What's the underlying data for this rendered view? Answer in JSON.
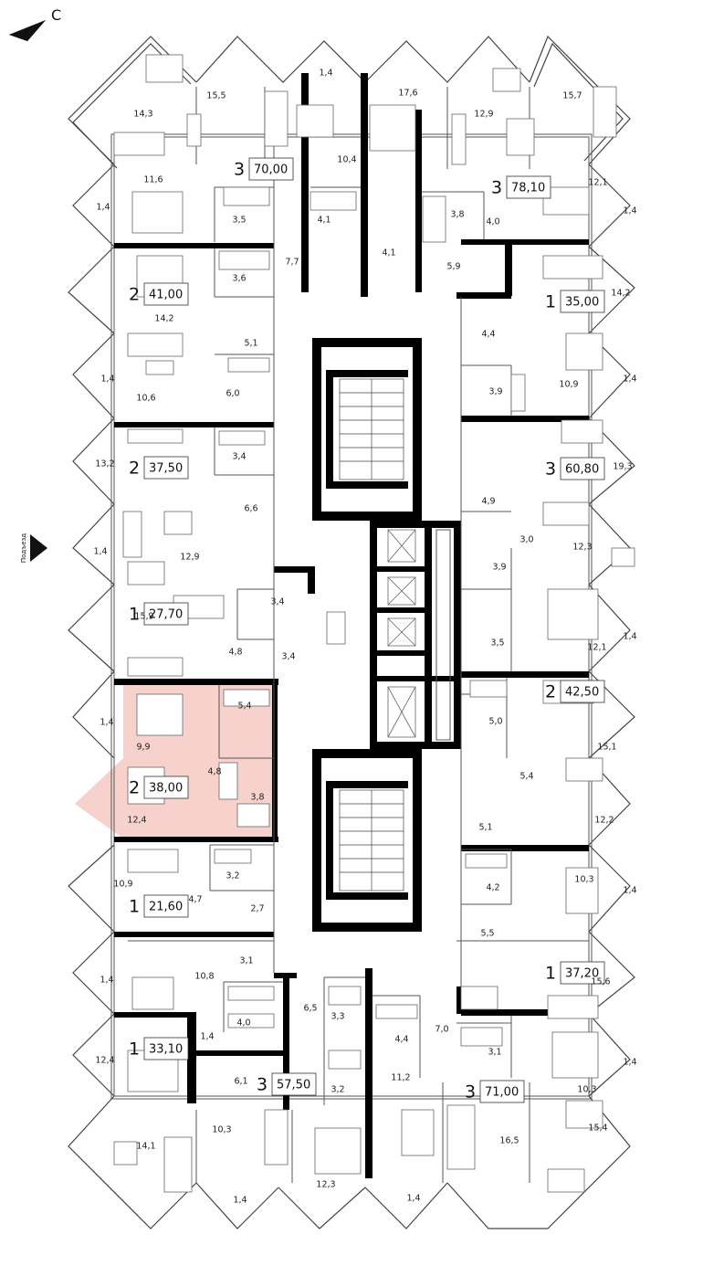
{
  "compass": {
    "label": "С"
  },
  "entrance": {
    "label": "Подъезд"
  },
  "colors": {
    "highlight": "#f7d2cc",
    "wall": "#000000"
  },
  "apartments": [
    {
      "id": "apt-3-70",
      "rooms": "3",
      "area": "70,00",
      "highlighted": false
    },
    {
      "id": "apt-3-78",
      "rooms": "3",
      "area": "78,10",
      "highlighted": false
    },
    {
      "id": "apt-2-41",
      "rooms": "2",
      "area": "41,00",
      "highlighted": false
    },
    {
      "id": "apt-1-35",
      "rooms": "1",
      "area": "35,00",
      "highlighted": false
    },
    {
      "id": "apt-2-37",
      "rooms": "2",
      "area": "37,50",
      "highlighted": false
    },
    {
      "id": "apt-3-60",
      "rooms": "3",
      "area": "60,80",
      "highlighted": false
    },
    {
      "id": "apt-1-27",
      "rooms": "1",
      "area": "27,70",
      "highlighted": false
    },
    {
      "id": "apt-2-42",
      "rooms": "2",
      "area": "42,50",
      "highlighted": false
    },
    {
      "id": "apt-2-38",
      "rooms": "2",
      "area": "38,00",
      "highlighted": true
    },
    {
      "id": "apt-1-21",
      "rooms": "1",
      "area": "21,60",
      "highlighted": false
    },
    {
      "id": "apt-1-37",
      "rooms": "1",
      "area": "37,20",
      "highlighted": false
    },
    {
      "id": "apt-1-33",
      "rooms": "1",
      "area": "33,10",
      "highlighted": false
    },
    {
      "id": "apt-3-57",
      "rooms": "3",
      "area": "57,50",
      "highlighted": false
    },
    {
      "id": "apt-3-71",
      "rooms": "3",
      "area": "71,00",
      "highlighted": false
    }
  ],
  "room_areas": [
    "1,4",
    "15,5",
    "14,3",
    "17,6",
    "12,9",
    "15,7",
    "10,4",
    "11,6",
    "3,5",
    "4,1",
    "4,1",
    "3,8",
    "4,0",
    "12,1",
    "1,4",
    "1,4",
    "7,7",
    "3,6",
    "5,9",
    "14,2",
    "14,2",
    "5,1",
    "4,4",
    "1,4",
    "10,6",
    "6,0",
    "3,9",
    "10,9",
    "1,4",
    "13,2",
    "3,4",
    "19,3",
    "6,6",
    "4,9",
    "1,4",
    "12,9",
    "3,0",
    "3,9",
    "12,3",
    "15,9",
    "3,4",
    "3,4",
    "4,8",
    "3,5",
    "1,4",
    "12,1",
    "1,4",
    "5,4",
    "9,9",
    "5,0",
    "4,8",
    "15,1",
    "5,4",
    "3,8",
    "12,4",
    "5,1",
    "12,2",
    "10,9",
    "3,2",
    "10,3",
    "4,7",
    "4,2",
    "1,4",
    "2,7",
    "5,5",
    "3,1",
    "10,8",
    "1,4",
    "15,6",
    "6,5",
    "7,0",
    "4,0",
    "3,3",
    "1,4",
    "4,4",
    "3,1",
    "1,4",
    "12,4",
    "6,1",
    "11,2",
    "10,3",
    "3,2",
    "10,3",
    "15,4",
    "14,1",
    "12,3",
    "16,5",
    "1,4",
    "1,4"
  ]
}
